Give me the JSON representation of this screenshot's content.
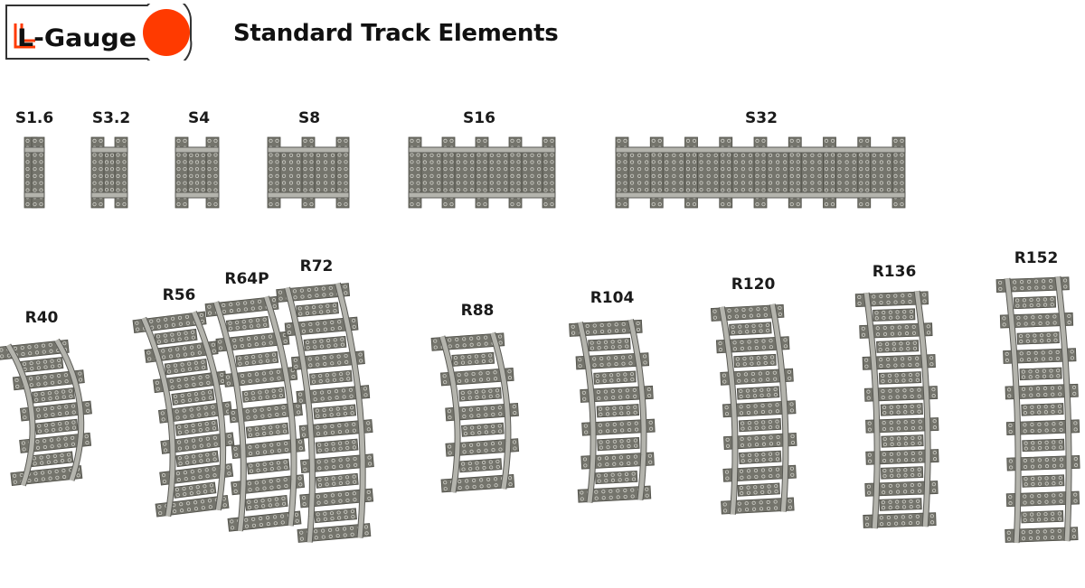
{
  "brand": {
    "name": "L-Gauge",
    "colors": {
      "red": "#ff3a00",
      "frame": "#333333"
    }
  },
  "title": "Standard Track Elements",
  "colors": {
    "tile": "#74746c",
    "tile_edge": "#4f4f48",
    "stud": "#cfcfc8",
    "rail": "#b4b4ad",
    "rail_edge": "#5a5a55"
  },
  "straight": [
    {
      "label": "S1.6",
      "length": 1.6
    },
    {
      "label": "S3.2",
      "length": 3.2
    },
    {
      "label": "S4",
      "length": 4
    },
    {
      "label": "S8",
      "length": 8
    },
    {
      "label": "S16",
      "length": 16
    },
    {
      "label": "S32",
      "length": 32
    }
  ],
  "curved": [
    {
      "label": "R40",
      "radius": 40
    },
    {
      "label": "R56",
      "radius": 56
    },
    {
      "label": "R64P",
      "radius": 64
    },
    {
      "label": "R72",
      "radius": 72
    },
    {
      "label": "R88",
      "radius": 88
    },
    {
      "label": "R104",
      "radius": 104
    },
    {
      "label": "R120",
      "radius": 120
    },
    {
      "label": "R136",
      "radius": 136
    },
    {
      "label": "R152",
      "radius": 152
    }
  ]
}
